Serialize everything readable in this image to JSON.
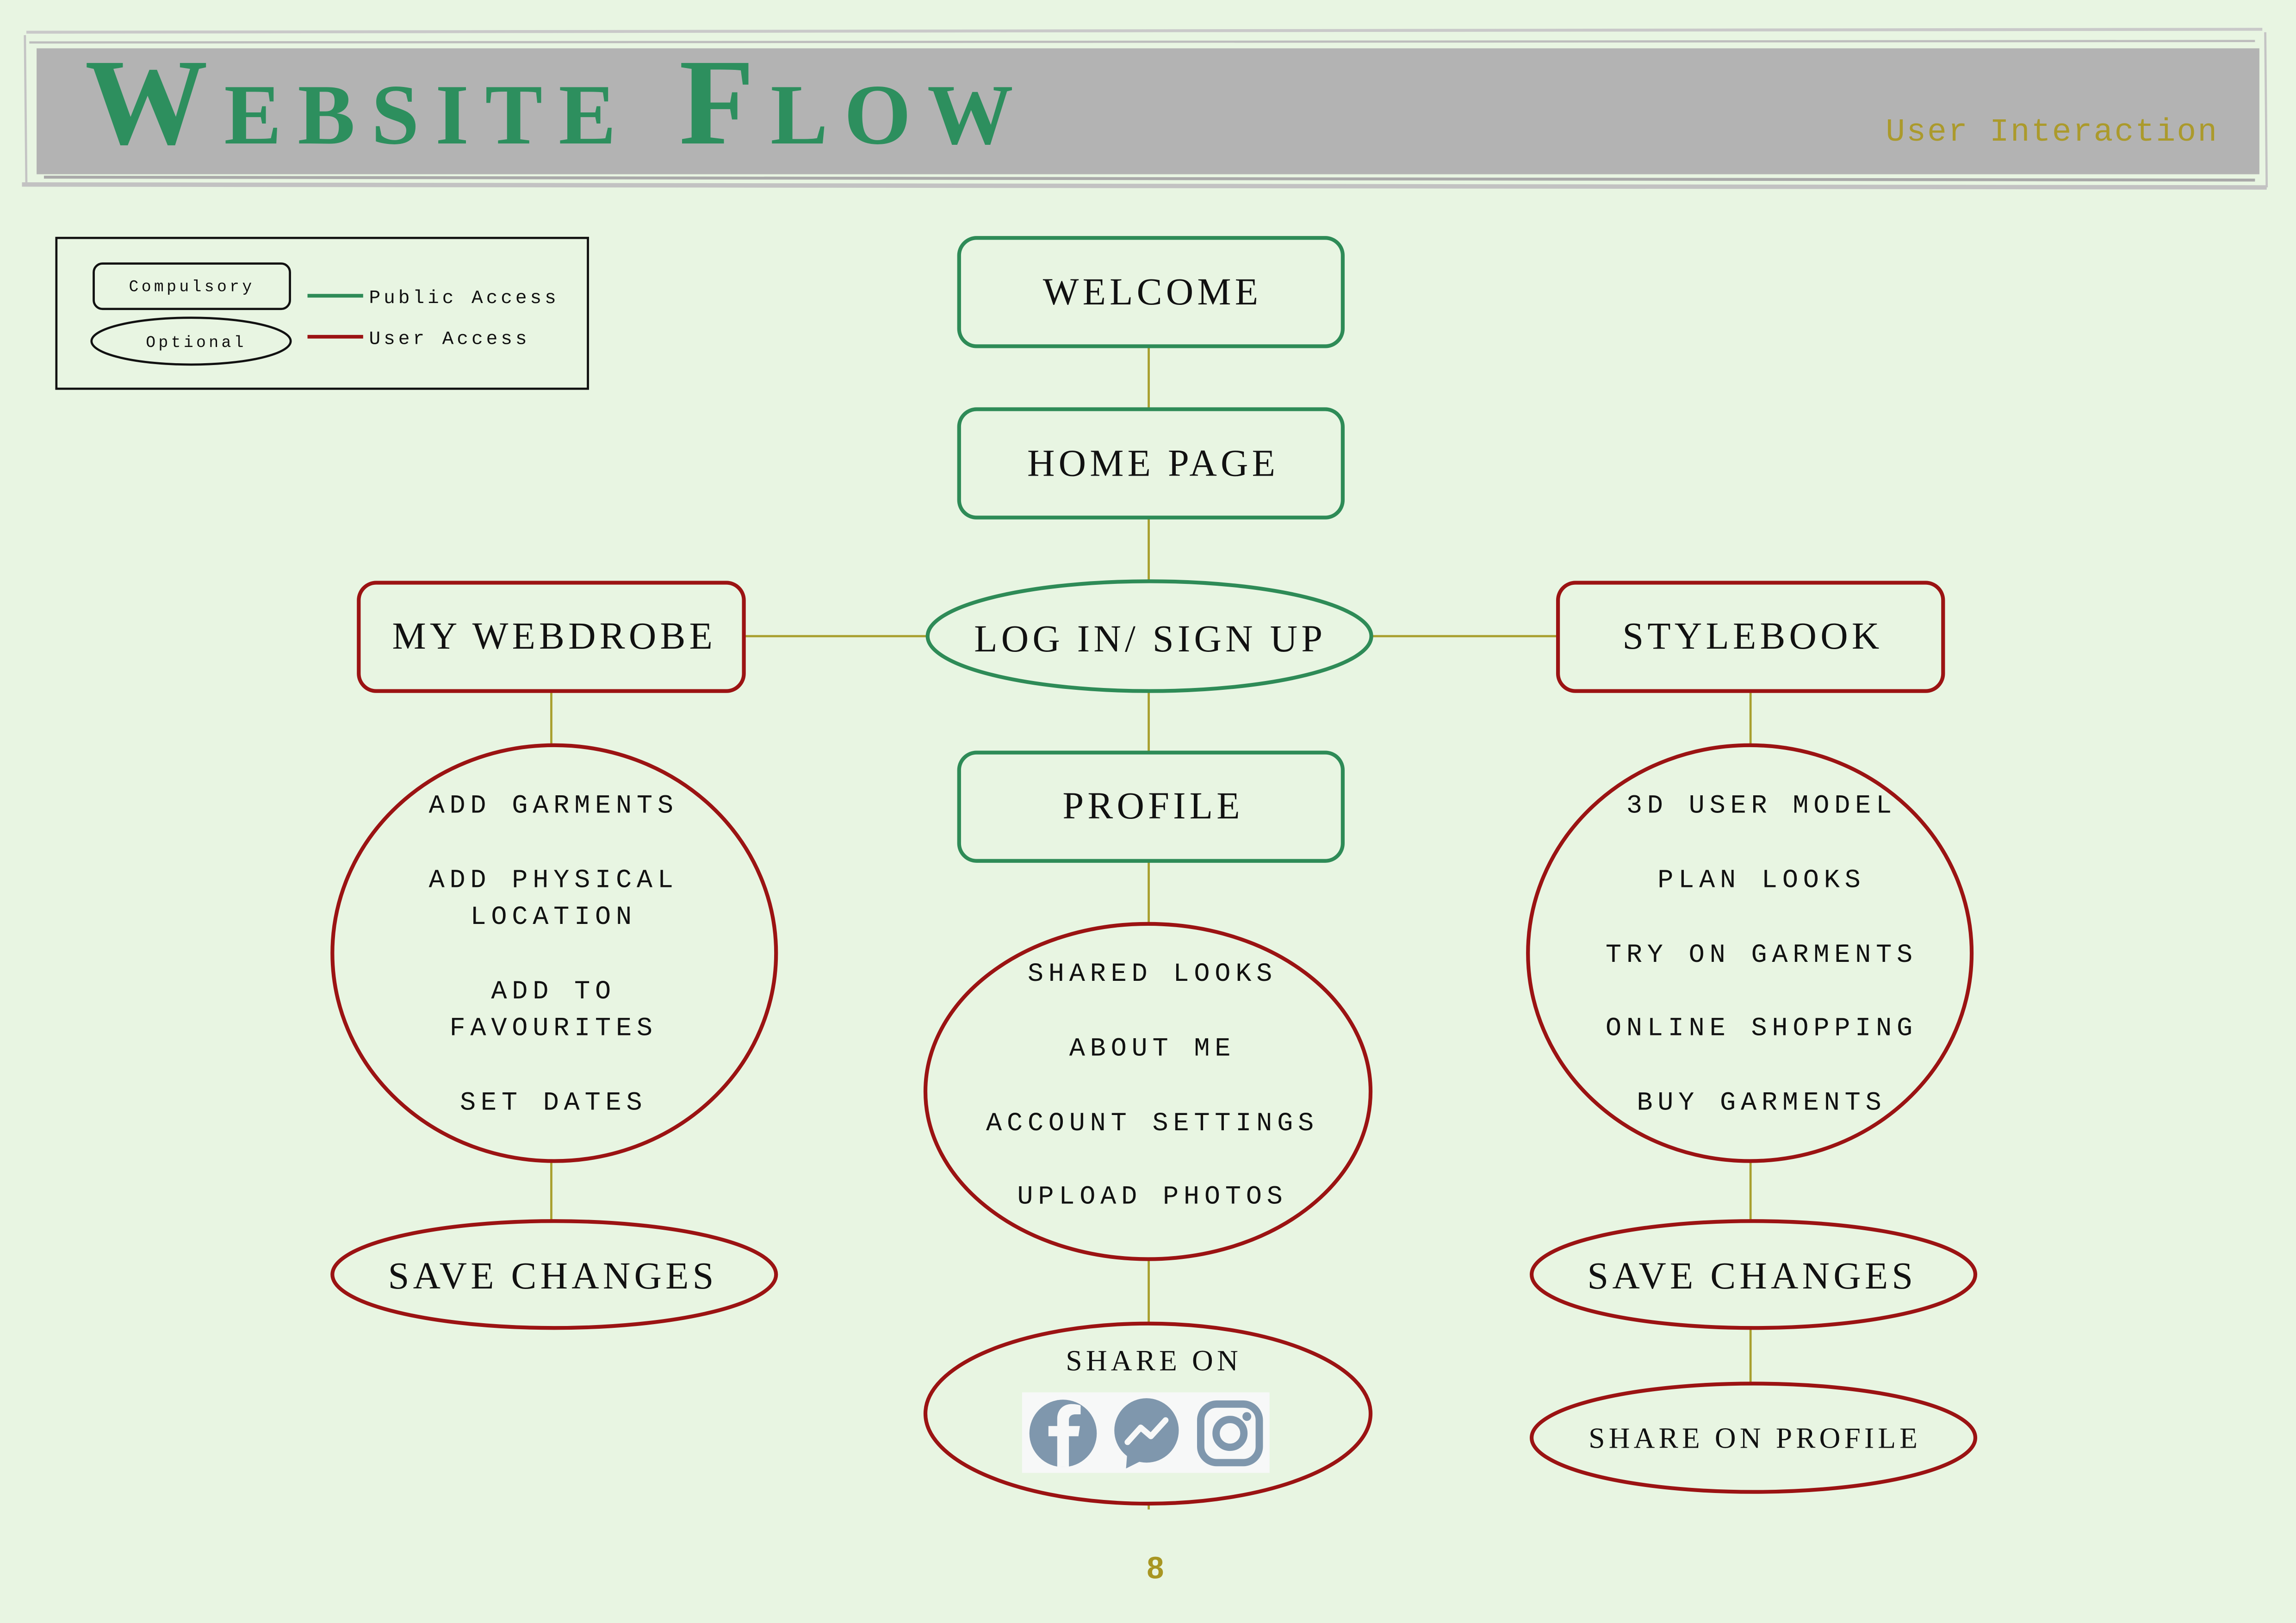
{
  "header": {
    "title": "Website Flow",
    "subtitle": "User Interaction"
  },
  "legend": {
    "compulsory": "Compulsory",
    "optional": "Optional",
    "public_access": "Public Access",
    "user_access": "User Access"
  },
  "flow": {
    "welcome": "WELCOME",
    "home_page": "HOME PAGE",
    "login": "LOG IN/ SIGN UP",
    "my_webdrobe": {
      "title": "MY WEBDROBE",
      "items": [
        {
          "lines": [
            "ADD GARMENTS"
          ]
        },
        {
          "lines": [
            "ADD PHYSICAL",
            "LOCATION"
          ]
        },
        {
          "lines": [
            "ADD TO",
            "FAVOURITES"
          ]
        },
        {
          "lines": [
            "SET DATES"
          ]
        }
      ],
      "save": "SAVE CHANGES"
    },
    "profile": {
      "title": "PROFILE",
      "items": [
        {
          "lines": [
            "SHARED LOOKS"
          ]
        },
        {
          "lines": [
            "ABOUT ME"
          ]
        },
        {
          "lines": [
            "ACCOUNT SETTINGS"
          ]
        },
        {
          "lines": [
            "UPLOAD PHOTOS"
          ]
        }
      ],
      "share": {
        "label": "SHARE ON",
        "icons": [
          "facebook-icon",
          "messenger-icon",
          "instagram-icon"
        ]
      }
    },
    "stylebook": {
      "title": "STYLEBOOK",
      "items": [
        {
          "lines": [
            "3D USER MODEL"
          ]
        },
        {
          "lines": [
            "PLAN LOOKS"
          ]
        },
        {
          "lines": [
            "TRY ON GARMENTS"
          ]
        },
        {
          "lines": [
            "ONLINE SHOPPING"
          ]
        },
        {
          "lines": [
            "BUY GARMENTS"
          ]
        }
      ],
      "save": "SAVE CHANGES",
      "share": "SHARE ON PROFILE"
    }
  },
  "page_number": "8",
  "colors": {
    "background": "#e8f5e2",
    "banner": "#b3b3b3",
    "title": "#2d8f5e",
    "public_access": "#2e8b57",
    "user_access": "#9b1313",
    "connector": "#a89f2e",
    "subtitle": "#ab9a2c",
    "icons": "#7f97ad"
  }
}
